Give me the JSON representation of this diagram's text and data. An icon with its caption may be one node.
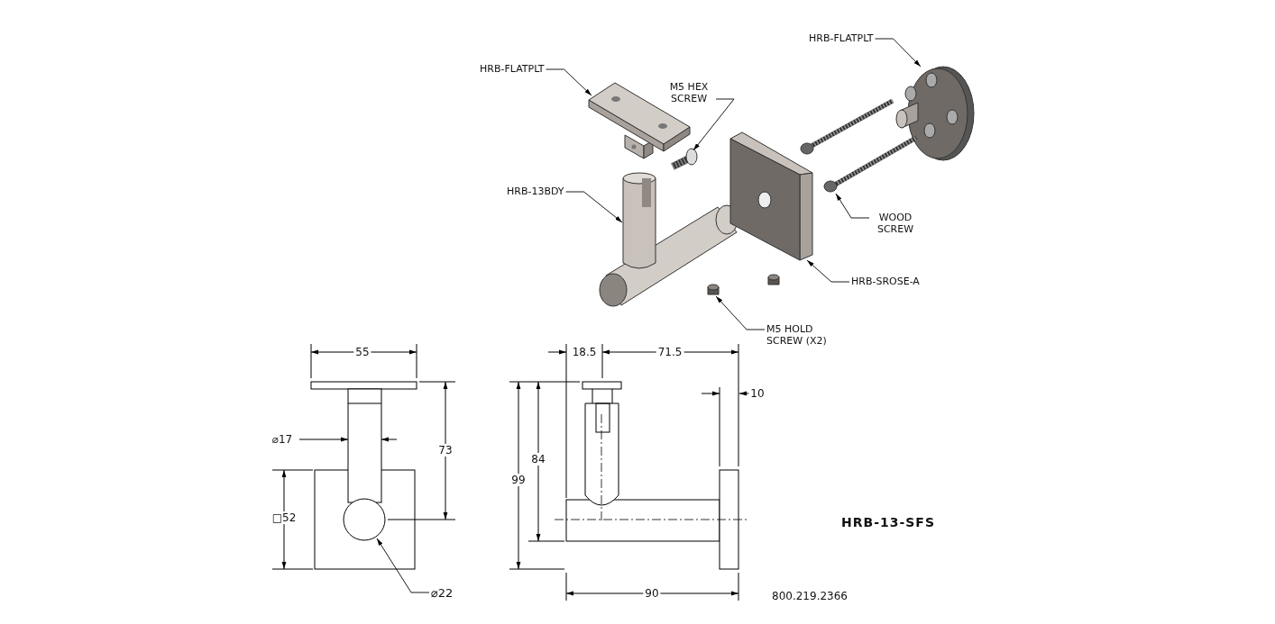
{
  "diagram": {
    "nodes": [
      {
        "text": [
          "HRB-FLATPLT"
        ]
      },
      {
        "text": [],
        "shape": "picture"
      },
      {
        "text": [
          "M5 HEX SCREW"
        ]
      },
      {
        "text": [],
        "shape": "picture"
      },
      {
        "text": [
          "HRB-FLATPLT"
        ]
      },
      {
        "text": [],
        "shape": "picture"
      },
      {
        "text": [
          "HRB-13BDY"
        ]
      },
      {
        "text": [],
        "shape": "picture"
      },
      {
        "text": [
          "WOOD SCREW"
        ]
      },
      {
        "text": [],
        "shape": "picture"
      },
      {
        "text": [
          "HRB-SROSE-A"
        ]
      },
      {
        "text": [],
        "shape": "picture"
      },
      {
        "text": [
          "M5 HOLD SCREW (X2)"
        ]
      },
      {
        "text": [],
        "shape": "cylinder"
      },
      {
        "text": [
          "⌀22"
        ]
      },
      {
        "text": [],
        "shape": "circle"
      }
    ],
    "edges": [
      {
        "from": 0,
        "to": 1,
        "arrow": "to"
      },
      {
        "from": 2,
        "to": 3,
        "arrow": "to"
      },
      {
        "from": 4,
        "to": 5,
        "arrow": "to"
      },
      {
        "from": 6,
        "to": 7,
        "arrow": "to"
      },
      {
        "from": 8,
        "to": 9,
        "arrow": "to"
      },
      {
        "from": 10,
        "to": 11,
        "arrow": "to"
      },
      {
        "from": 12,
        "to": 13,
        "arrow": "to"
      },
      {
        "from": 14,
        "to": 15,
        "arrow": "to"
      }
    ],
    "labels": [
      "55",
      "18.5",
      "71.5",
      "10",
      "⌀17",
      "73",
      "84",
      "99",
      "□52",
      "HRB-13-SFS",
      "90",
      "800.219.2366"
    ]
  }
}
